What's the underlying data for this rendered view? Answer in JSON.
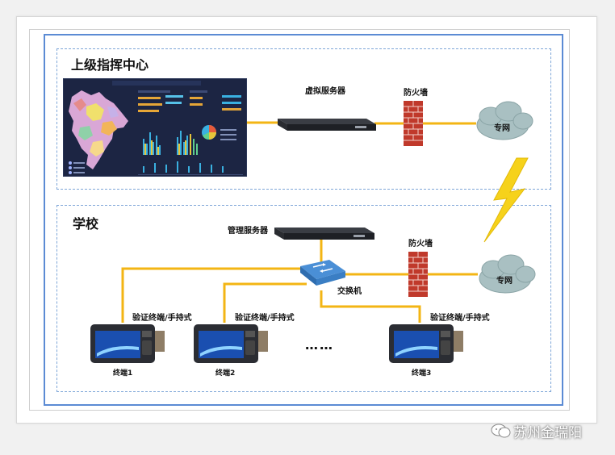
{
  "zones": {
    "top_title": "上级指挥中心",
    "bottom_title": "学校"
  },
  "top": {
    "virtual_server_label": "虚拟服务器",
    "firewall_label": "防火墙",
    "private_net_label": "专网"
  },
  "bottom": {
    "mgmt_server_label": "管理服务器",
    "firewall_label": "防火墙",
    "switch_label": "交换机",
    "private_net_label": "专网",
    "terminals": [
      {
        "caption": "验证终端/手持式",
        "name": "终端1"
      },
      {
        "caption": "验证终端/手持式",
        "name": "终端2"
      },
      {
        "caption": "验证终端/手持式",
        "name": "终端3"
      }
    ],
    "ellipsis": "……"
  },
  "watermark": "苏州金瑞阳",
  "colors": {
    "link": "#f3b514",
    "zone_border": "#7ea6d8",
    "outer_border": "#5b8bd4",
    "cloud": "#a9c0c2",
    "firewall": "#c0392b",
    "lightning": "#f6d21b"
  },
  "icons": {
    "firewall": "brick-wall-icon",
    "cloud": "cloud-icon",
    "server": "rack-server-icon",
    "switch": "network-switch-icon",
    "terminal": "handheld-terminal-icon",
    "lightning": "lightning-bolt-icon"
  }
}
